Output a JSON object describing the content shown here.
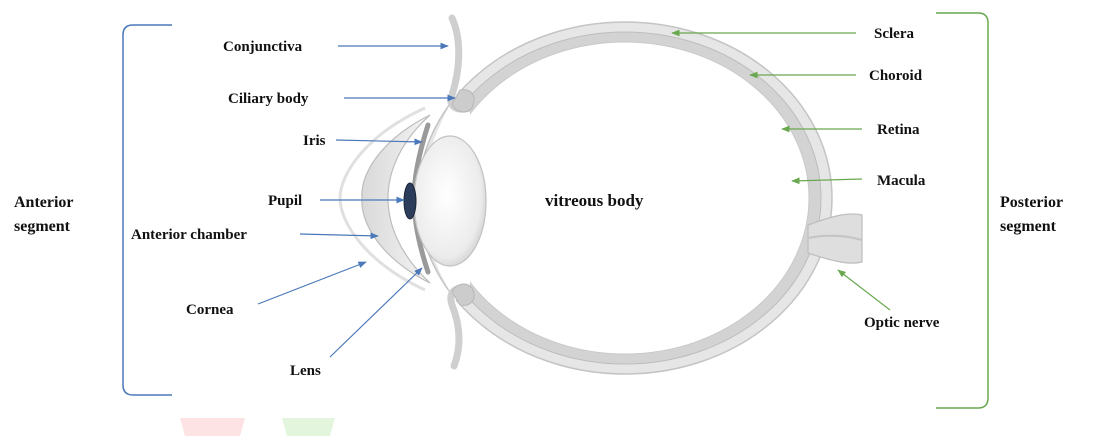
{
  "colors": {
    "left_pointer": "#4a78b8",
    "right_pointer": "#6aa84f",
    "left_bracket": "#4a78b8",
    "right_bracket": "#6aa84f",
    "eye_outline": "#c8c8c8",
    "sclera_fill": "#e6e6e6",
    "choroid_fill": "#d2d2d2"
  },
  "labels": {
    "conjunctiva": "Conjunctiva",
    "ciliary_body": "Ciliary body",
    "iris": "Iris",
    "pupil": "Pupil",
    "anterior_chamber": "Anterior chamber",
    "cornea": "Cornea",
    "lens": "Lens",
    "vitreous_body": "vitreous body",
    "sclera": "Sclera",
    "choroid": "Choroid",
    "retina": "Retina",
    "macula": "Macula",
    "optic_nerve": "Optic nerve"
  },
  "segments": {
    "anterior_line1": "Anterior",
    "anterior_line2": "segment",
    "posterior_line1": "Posterior",
    "posterior_line2": "segment"
  }
}
